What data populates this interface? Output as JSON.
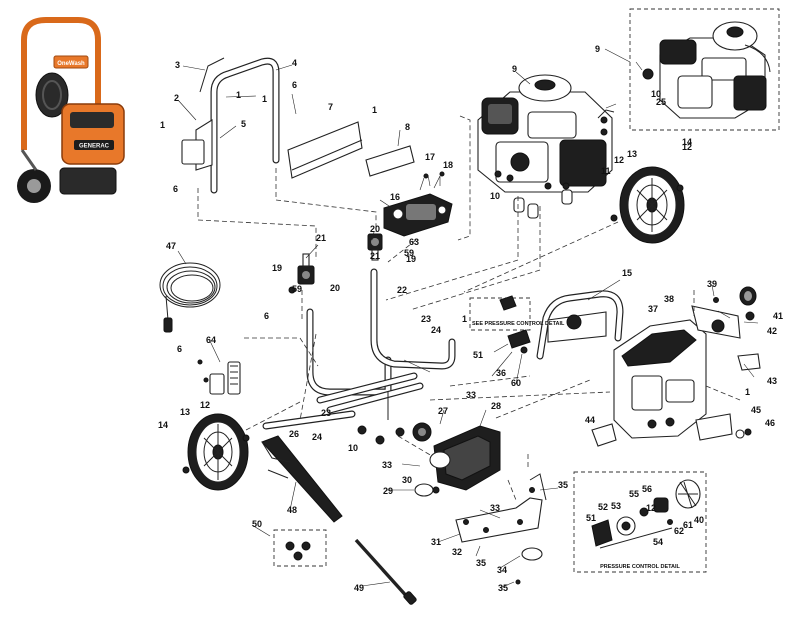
{
  "diagram": {
    "pressure_control_detail_note": "SEE PRESSURE CONTROL DETAIL",
    "pressure_control_detail_title": "PRESSURE CONTROL DETAIL",
    "brand_mark": "GENERAC",
    "product_badge": "OneWash",
    "part_labels": [
      "1",
      "1",
      "1",
      "1",
      "1",
      "1",
      "2",
      "3",
      "4",
      "5",
      "6",
      "6",
      "6",
      "6",
      "7",
      "8",
      "9",
      "9",
      "10",
      "10",
      "10",
      "11",
      "12",
      "12",
      "12",
      "12",
      "13",
      "13",
      "14",
      "14",
      "15",
      "16",
      "17",
      "18",
      "19",
      "19",
      "20",
      "20",
      "21",
      "21",
      "22",
      "23",
      "23",
      "24",
      "24",
      "25",
      "26",
      "27",
      "28",
      "29",
      "30",
      "31",
      "32",
      "33",
      "33",
      "33",
      "34",
      "35",
      "35",
      "35",
      "36",
      "37",
      "38",
      "39",
      "40",
      "41",
      "42",
      "43",
      "44",
      "45",
      "46",
      "47",
      "48",
      "49",
      "50",
      "51",
      "51",
      "52",
      "53",
      "54",
      "55",
      "56",
      "59",
      "59",
      "60",
      "61",
      "62",
      "63",
      "64"
    ]
  }
}
